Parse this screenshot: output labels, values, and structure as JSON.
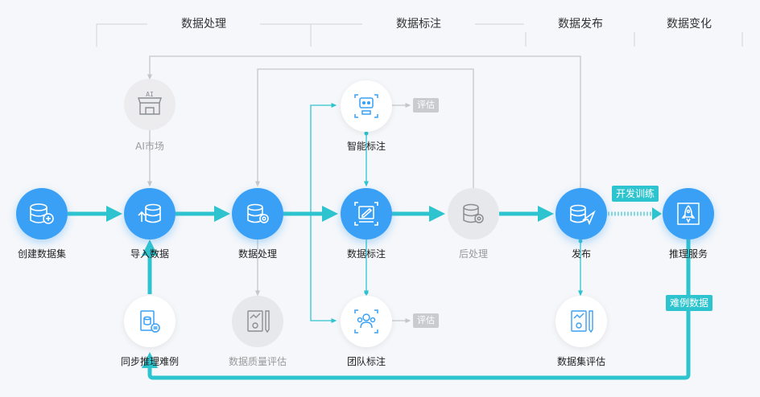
{
  "stages": [
    {
      "label": "数据处理"
    },
    {
      "label": "数据标注"
    },
    {
      "label": "数据发布"
    },
    {
      "label": "数据变化"
    }
  ],
  "nodes": {
    "create_dataset": "创建数据集",
    "import_data": "导入数据",
    "ai_market": "AI市场",
    "sync_hard_cases": "同步推理难例",
    "data_processing": "数据处理",
    "data_quality_eval": "数据质量评估",
    "smart_labeling": "智能标注",
    "data_labeling": "数据标注",
    "team_labeling": "团队标注",
    "post_processing": "后处理",
    "publish": "发布",
    "dataset_eval": "数据集评估",
    "inference_service": "推理服务"
  },
  "tags": {
    "eval_top": "评估",
    "eval_bottom": "评估",
    "dev_training": "开发训练",
    "hard_case_data": "难例数据"
  },
  "ai_icon_text": "AI",
  "colors": {
    "primary_blue": "#3aa0f5",
    "flow_teal": "#2ec4cf",
    "muted_gray": "#c9cbcf",
    "text_dark": "#222222",
    "text_muted": "#999999"
  }
}
